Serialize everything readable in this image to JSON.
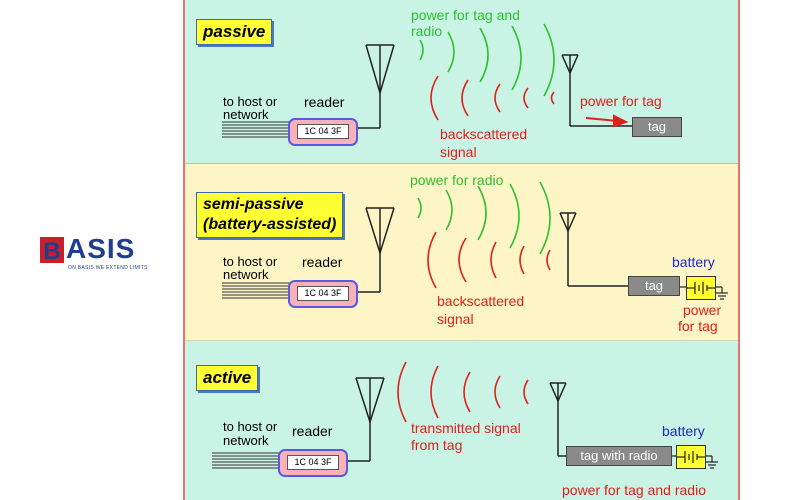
{
  "logo": {
    "word": "ASIS",
    "tagline": "ON BASIS WE EXTEND LIMITS",
    "initial": "B"
  },
  "panels": [
    {
      "title": "passive",
      "host_label": [
        "to host or",
        "network"
      ],
      "reader_label": "reader",
      "reader_code": "1C 04 3F",
      "power_label": [
        "power for tag and",
        "radio"
      ],
      "backscatter_label": [
        "backscattered",
        "signal"
      ],
      "tag_power_label": "power for tag",
      "tag_label": "tag"
    },
    {
      "title": [
        "semi-passive",
        "(battery-assisted)"
      ],
      "host_label": [
        "to host or",
        "network"
      ],
      "reader_label": "reader",
      "reader_code": "1C 04 3F",
      "power_label": "power for radio",
      "backscatter_label": [
        "backscattered",
        "signal"
      ],
      "tag_label": "tag",
      "battery_label": "battery",
      "battery_power_label": [
        "power",
        "for tag"
      ]
    },
    {
      "title": "active",
      "host_label": [
        "to host or",
        "network"
      ],
      "reader_label": "reader",
      "reader_code": "1C 04 3F",
      "transmit_label": [
        "transmitted signal",
        "from tag"
      ],
      "tag_label": "tag with radio",
      "battery_label": "battery",
      "battery_power_label": "power for tag and radio"
    }
  ],
  "colors": {
    "panel_green": "#c8f3e5",
    "panel_yellow": "#fdf5c6",
    "wave_green": "#2ec02e",
    "wave_red": "#e0201a",
    "frame": "#f07070",
    "title_yellow": "#ffff33"
  }
}
